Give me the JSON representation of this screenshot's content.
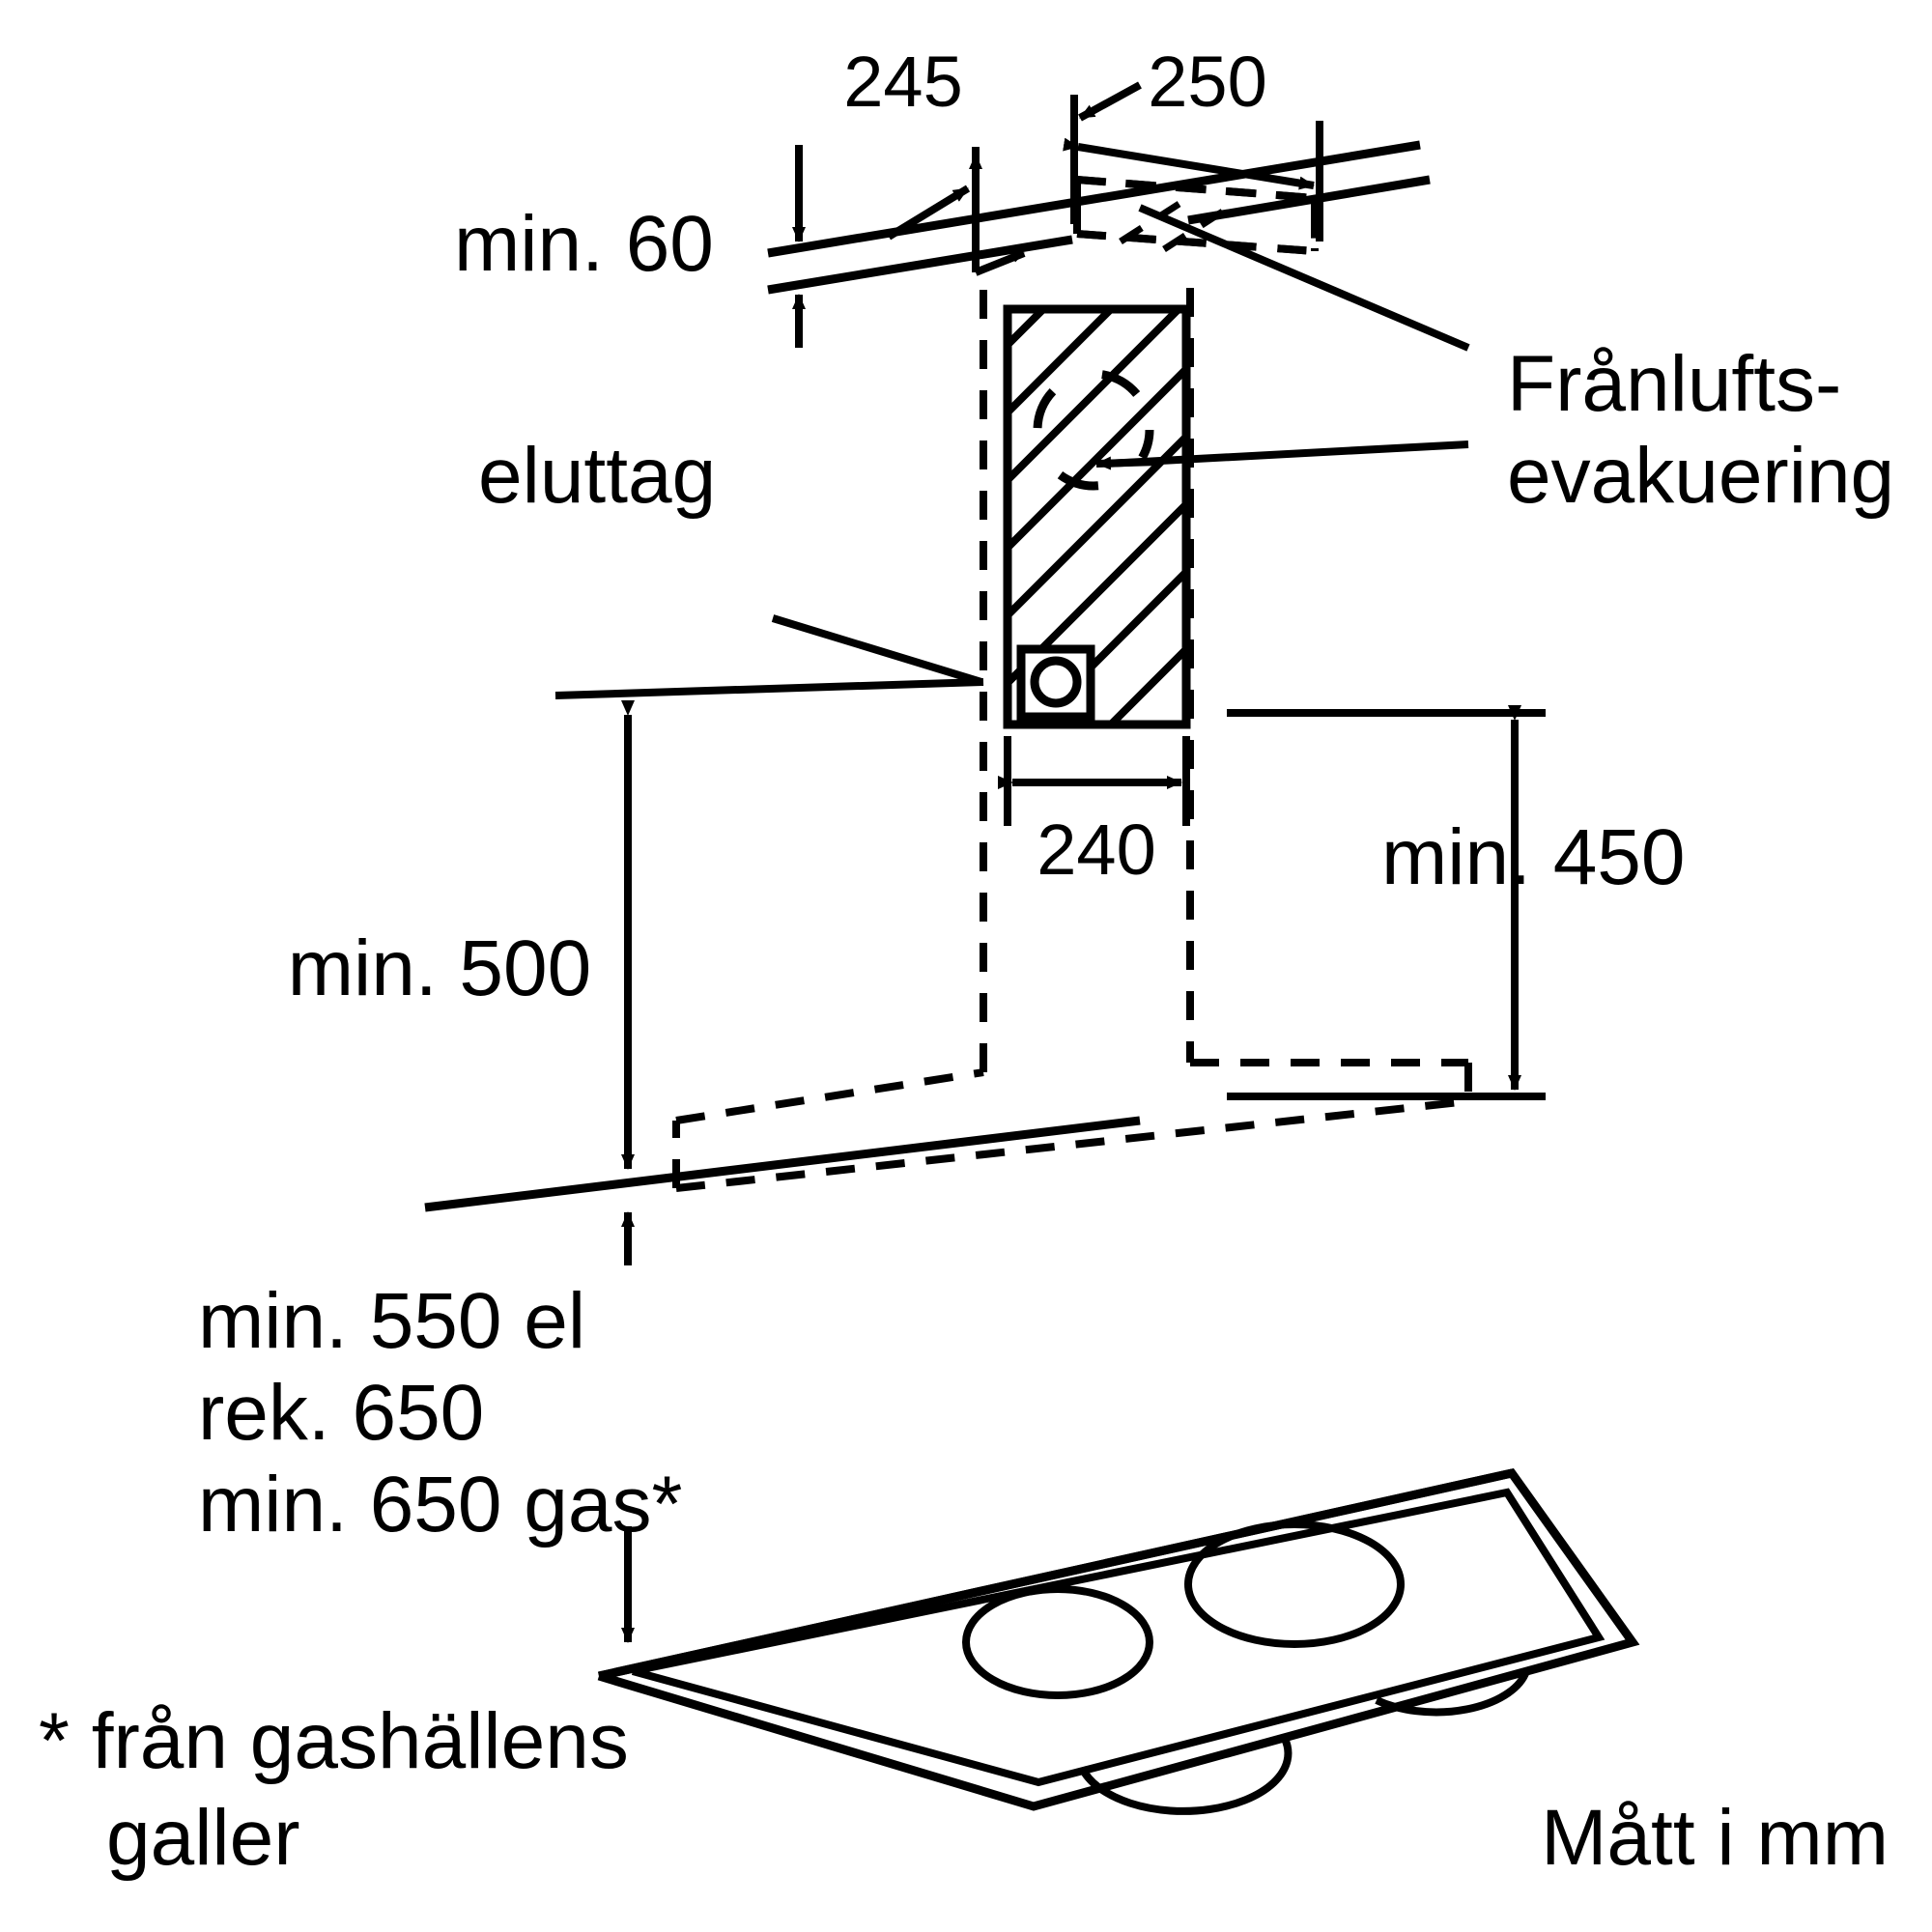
{
  "document": {
    "type": "installation-dimension-drawing",
    "subject": "wall-mounted extractor hood installation clearances",
    "language": "sv",
    "units_note": "Mått i mm",
    "footnote_marker": "*",
    "footnote_text_line1": "* från gashällens",
    "footnote_text_line2": "galler"
  },
  "labels": {
    "min60": "min. 60",
    "dim245": "245",
    "dim250": "250",
    "dim240": "240",
    "min500": "min. 500",
    "min450": "min. 450",
    "eluttag": "eluttag",
    "franlufts_line1": "Frånlufts-",
    "franlufts_line2": "evakuering",
    "min550el": "min. 550 el",
    "rek650": "rek. 650",
    "min650gas": "min. 650 gas*",
    "footnote_1": "* från gashällens",
    "footnote_2": "galler",
    "units": "Mått i mm"
  },
  "chart_data": {
    "type": "table",
    "title": "Installation clearances for wall-mounted hood (mm)",
    "categories": [
      "min. 60",
      "245",
      "250",
      "240",
      "min. 500",
      "min. 450",
      "min. 550 el",
      "rek. 650",
      "min. 650 gas*"
    ],
    "values": [
      60,
      245,
      250,
      240,
      500,
      450,
      550,
      650,
      650
    ],
    "annotations": [
      "eluttag",
      "Frånlufts-evakuering",
      "* från gashällens galler",
      "Mått i mm"
    ],
    "xlabel": "",
    "ylabel": "",
    "units": "mm"
  },
  "colors": {
    "ink": "#000000",
    "paper": "#ffffff"
  },
  "icons": {
    "socket": "electrical-socket-symbol",
    "duct": "round-duct-outlet",
    "cooktop": "hob-with-four-zones"
  }
}
